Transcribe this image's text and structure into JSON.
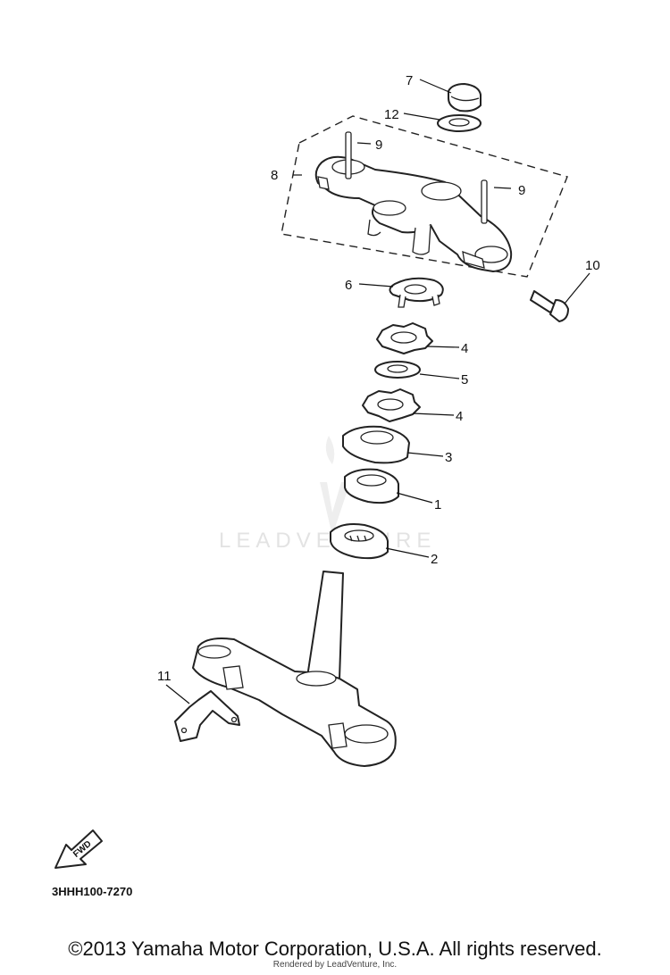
{
  "diagram": {
    "callouts": [
      "1",
      "2",
      "3",
      "4",
      "4",
      "5",
      "6",
      "7",
      "8",
      "9",
      "9",
      "10",
      "11",
      "12"
    ],
    "watermark": "LEADVENTURE",
    "fwd_label": "FWD",
    "reference_code": "3HHH100-7270"
  },
  "footer": {
    "copyright": "©2013 Yamaha Motor Corporation, U.S.A. All rights reserved.",
    "rendered_by": "Rendered by LeadVenture, Inc."
  }
}
